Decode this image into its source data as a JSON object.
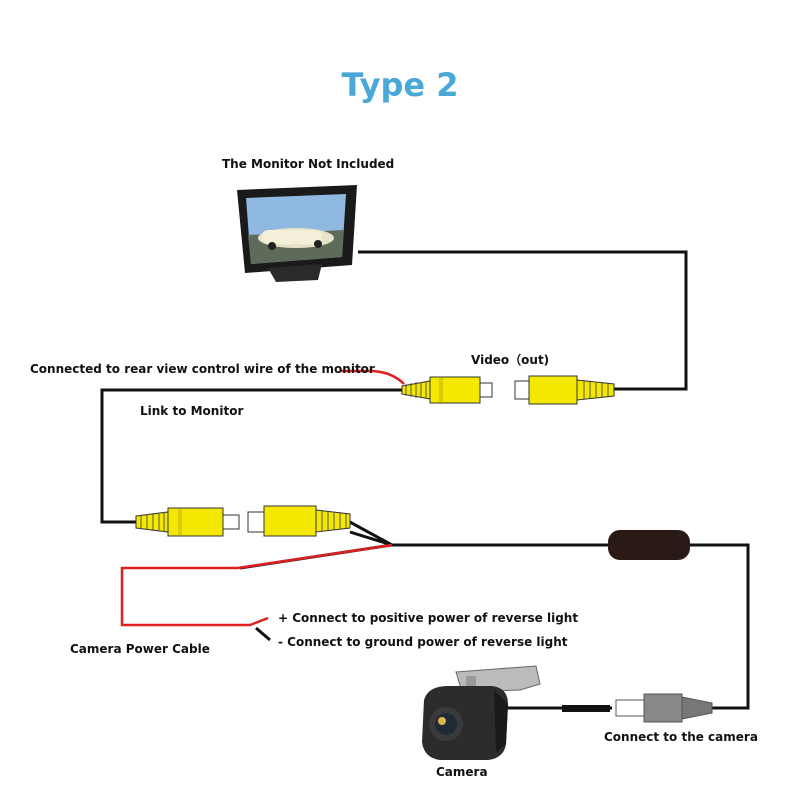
{
  "title": "Type 2",
  "colors": {
    "title": "#4aa8d8",
    "wire": "#111111",
    "red_wire": "#e02020",
    "rca_yellow": "#f5e800",
    "rca_outline": "#333333",
    "module": "#2a1a16"
  },
  "labels": {
    "monitor": "The Monitor Not Included",
    "video_out": "Video（out)",
    "rear_view_control": "Connected to rear view control wire of the monitor",
    "link_to_monitor": "Link to Monitor",
    "positive_power": "+ Connect to positive power of reverse light",
    "ground_power": "- Connect to ground power of reverse light",
    "camera_power_cable": "Camera Power Cable",
    "connect_camera": "Connect to the camera",
    "camera": "Camera"
  },
  "icons": [
    "monitor-icon",
    "camera-icon",
    "rca-plug-icon",
    "rca-jack-icon",
    "power-module-icon",
    "camera-connector-icon"
  ]
}
